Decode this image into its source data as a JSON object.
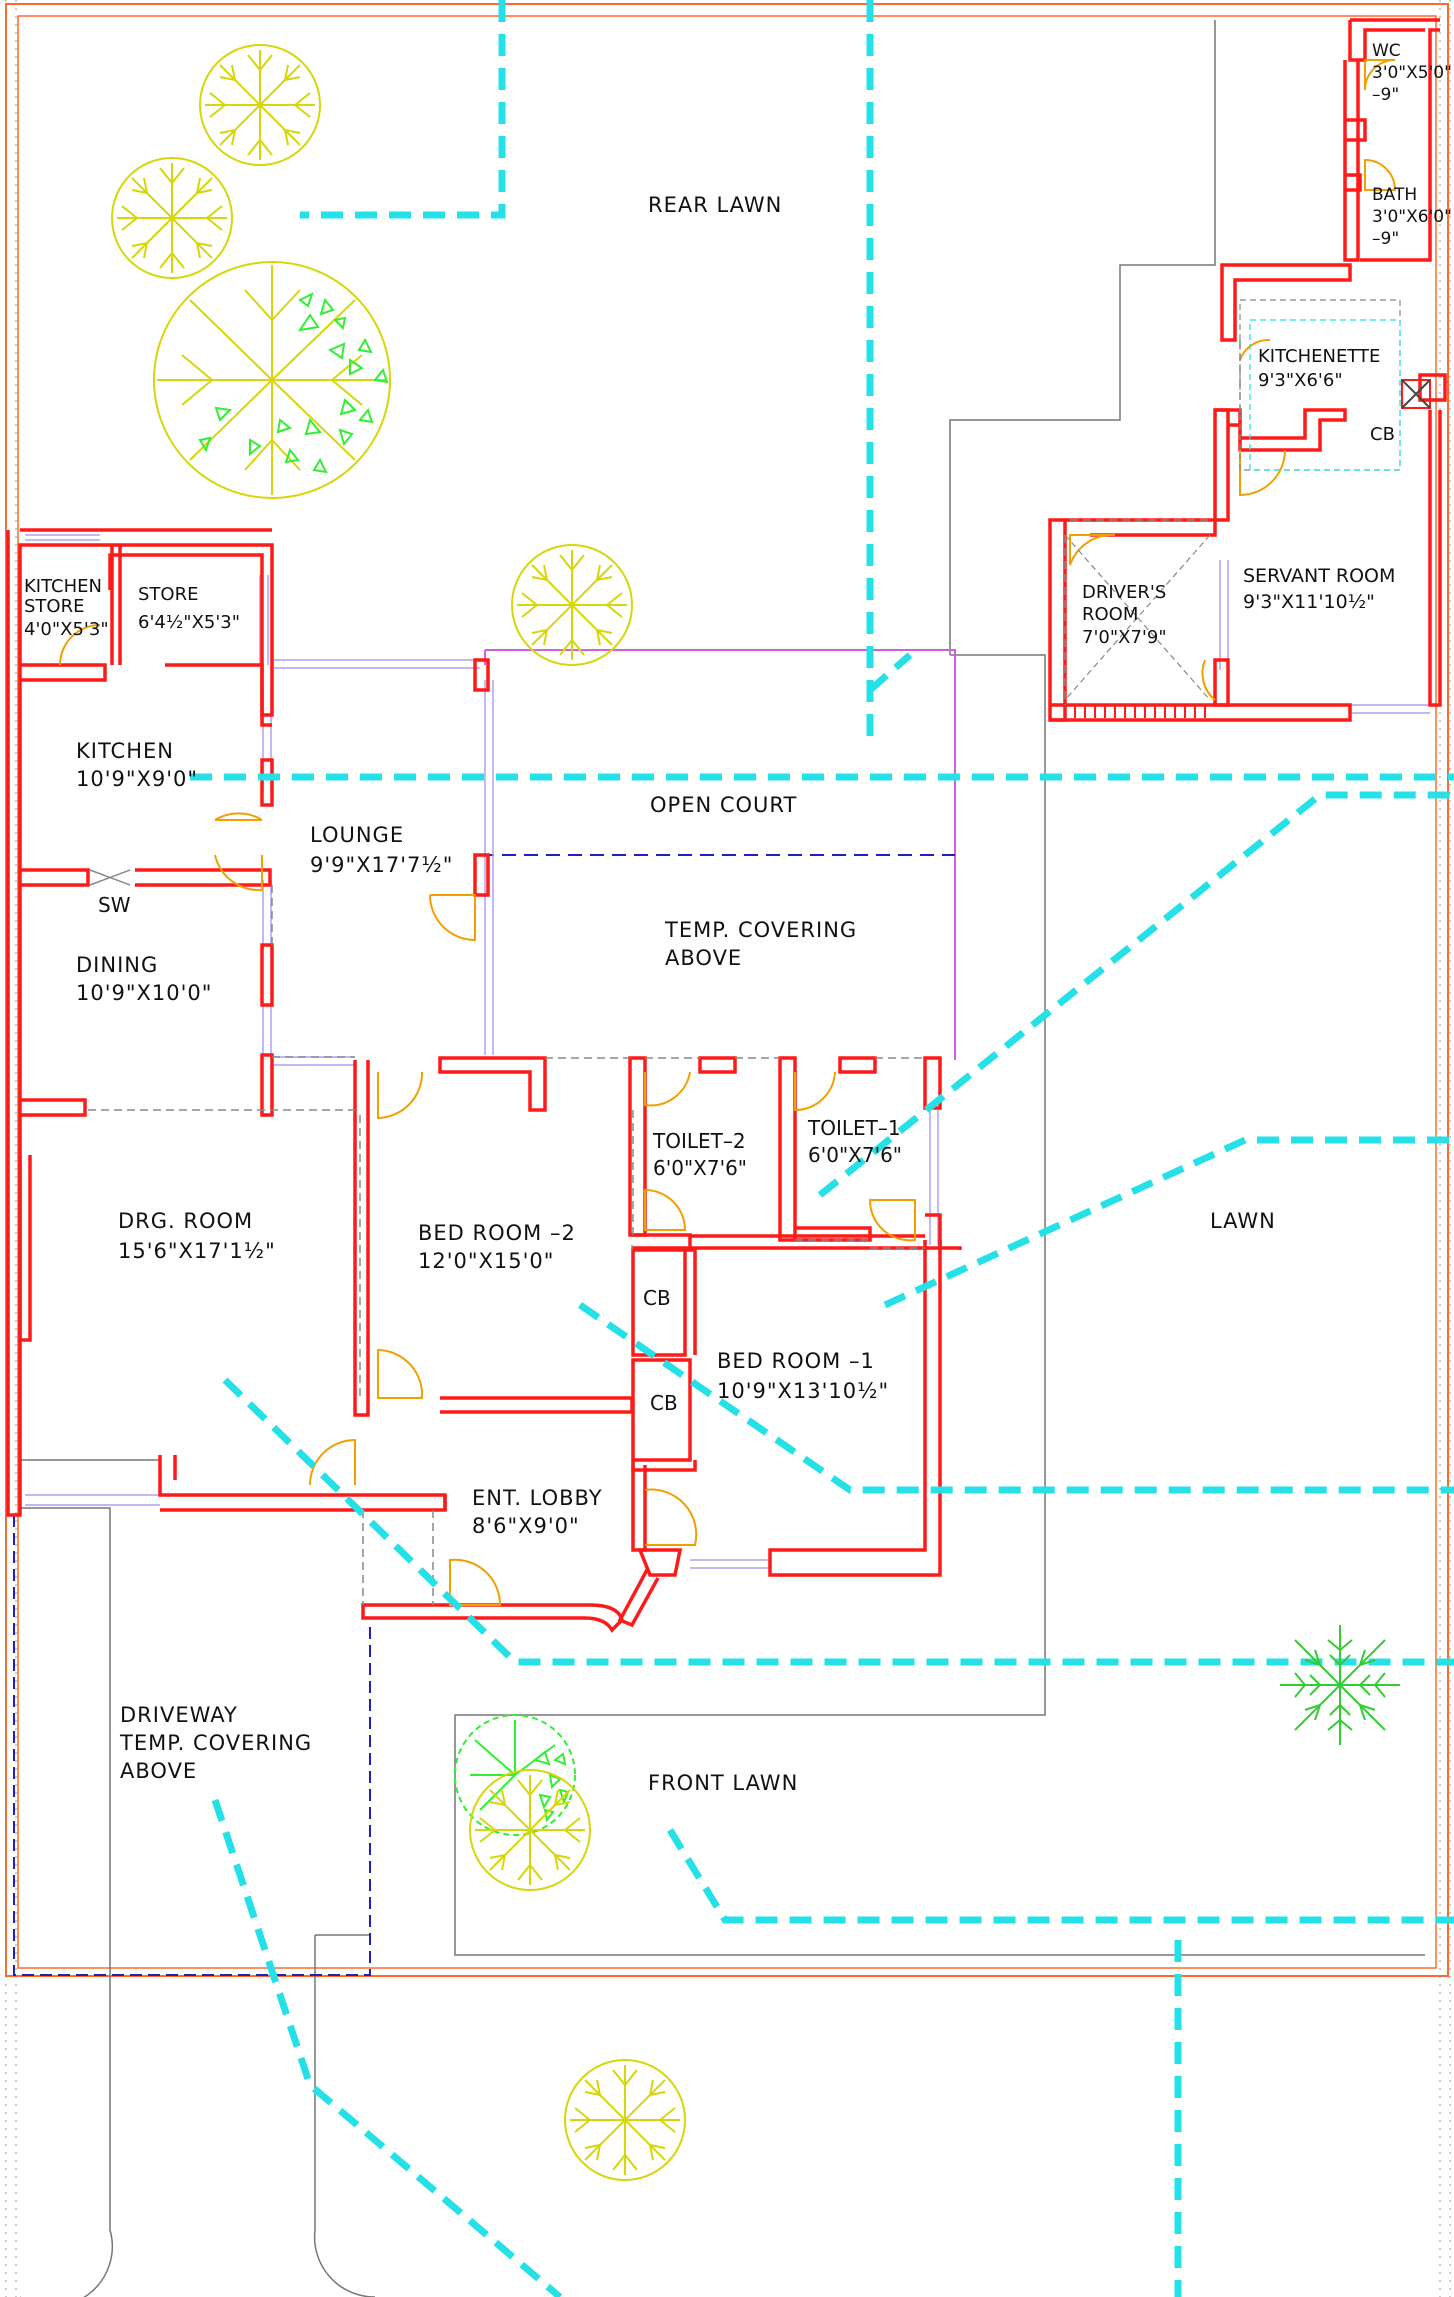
{
  "colors": {
    "wall": "#ff1a1a",
    "path": "#26e0e8",
    "door": "#f0a000",
    "tree_yellow": "#d6d60a",
    "tree_green": "#33ee33",
    "window": "#d060e0",
    "boundary": "#ff6a2a",
    "dashed_blue": "#2020c0",
    "grid": "#777777"
  },
  "rooms": {
    "rear_lawn": "REAR  LAWN",
    "kitchen_store": {
      "name1": "KITCHEN",
      "name2": "STORE",
      "dim": "4'0\"X5'3\""
    },
    "store": {
      "name": "STORE",
      "dim": "6'4½\"X5'3\""
    },
    "kitchen": {
      "name": "KITCHEN",
      "dim": "10'9\"X9'0\""
    },
    "lounge": {
      "name": "LOUNGE",
      "dim": "9'9\"X17'7½\""
    },
    "open_court": "OPEN  COURT",
    "temp_covering": {
      "line1": "TEMP. COVERING",
      "line2": "ABOVE"
    },
    "dining": {
      "name": "DINING",
      "dim": "10'9\"X10'0\""
    },
    "sw": "SW",
    "drg_room": {
      "name": "DRG.  ROOM",
      "dim": "15'6\"X17'1½\""
    },
    "bed_room_2": {
      "name": "BED  ROOM  –2",
      "dim": "12'0\"X15'0\""
    },
    "toilet_2": {
      "name": "TOILET–2",
      "dim": "6'0\"X7'6\""
    },
    "toilet_1": {
      "name": "TOILET–1",
      "dim": "6'0\"X7'6\""
    },
    "bed_room_1": {
      "name": "BED  ROOM  –1",
      "dim": "10'9\"X13'10½\""
    },
    "cb1": "CB",
    "cb2": "CB",
    "lawn": "LAWN",
    "ent_lobby": {
      "name": "ENT.  LOBBY",
      "dim": "8'6\"X9'0\""
    },
    "driveway": {
      "line1": "DRIVEWAY",
      "line2": "TEMP.  COVERING",
      "line3": "ABOVE"
    },
    "front_lawn": "FRONT  LAWN",
    "wc": {
      "name": "WC",
      "dim": "3'0\"X5'0\"",
      "level": "–9\""
    },
    "bath": {
      "name": "BATH",
      "dim": "3'0\"X6'0\"",
      "level": "–9\""
    },
    "kitchenette": {
      "name": "KITCHENETTE",
      "dim": "9'3\"X6'6\""
    },
    "cb_servant": "CB",
    "servant_room": {
      "name": "SERVANT  ROOM",
      "dim": "9'3\"X11'10½\""
    },
    "drivers_room": {
      "name1": "DRIVER'S",
      "name2": "ROOM",
      "dim": "7'0\"X7'9\""
    }
  }
}
